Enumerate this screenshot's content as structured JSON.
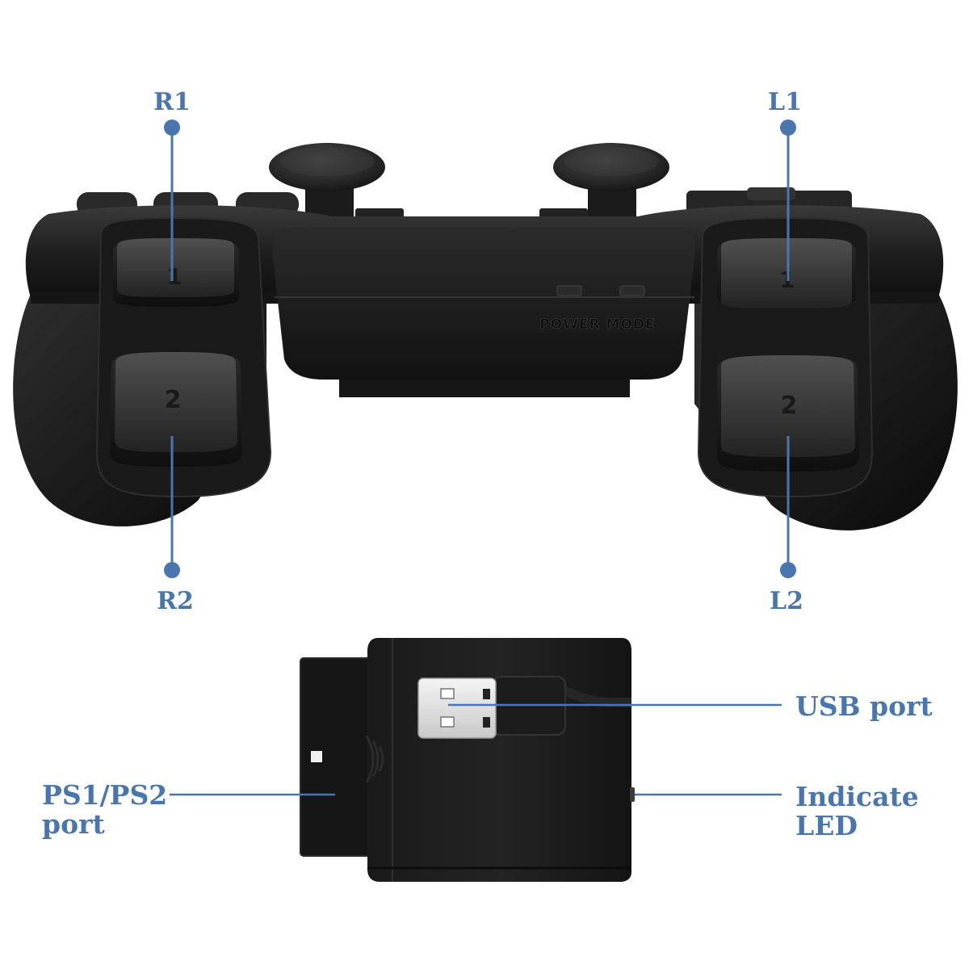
{
  "colors": {
    "accent": "#4a76b0",
    "body": "#1c1c1c",
    "background": "#ffffff"
  },
  "controller": {
    "engraved_text": "POWER MODE",
    "button_marks": {
      "r1": "1",
      "r2": "2",
      "l1": "1",
      "l2": "2"
    }
  },
  "labels": {
    "r1": "R1",
    "r2": "R2",
    "l1": "L1",
    "l2": "L2",
    "usb_port": "USB port",
    "ps_port_line1": "PS1/PS2",
    "ps_port_line2": "port",
    "led_line1": "Indicate",
    "led_line2": "LED"
  }
}
